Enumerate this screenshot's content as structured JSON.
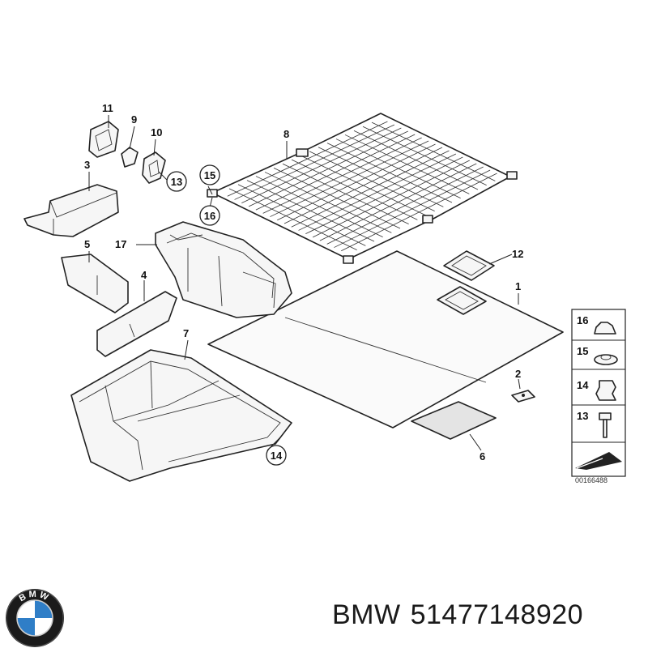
{
  "diagram": {
    "callouts": [
      "1",
      "2",
      "3",
      "4",
      "5",
      "6",
      "7",
      "8",
      "9",
      "10",
      "11",
      "12",
      "13",
      "14",
      "15",
      "16",
      "17"
    ],
    "circled_callouts": [
      "13",
      "14",
      "15",
      "16"
    ],
    "legend_labels": [
      "16",
      "15",
      "14",
      "13"
    ],
    "ref_code": "00166488"
  },
  "caption": {
    "brand": "BMW",
    "part_number": "51477148920"
  },
  "logo": {
    "letters": "BMW",
    "colors": {
      "ring": "#1b1b1b",
      "blue": "#2f7ec7",
      "white": "#ffffff"
    }
  }
}
